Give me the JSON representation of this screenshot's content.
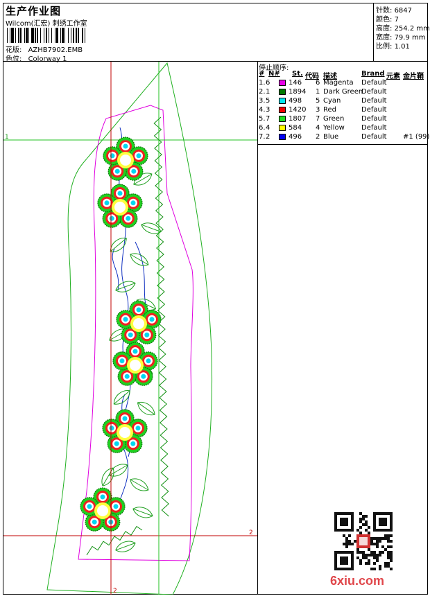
{
  "header": {
    "title": "生产作业图",
    "subtitle": "Wilcom(汇宏) 刺绣工作室",
    "design_label": "花版:",
    "design_file": "AZHB7902.EMB",
    "colorway_label": "色位:",
    "colorway": "Colorway 1"
  },
  "stats": [
    {
      "label": "针数:",
      "value": "6847"
    },
    {
      "label": "颜色:",
      "value": "7"
    },
    {
      "label": "高度:",
      "value": "254.2 mm"
    },
    {
      "label": "宽度:",
      "value": "79.9 mm"
    },
    {
      "label": "比例:",
      "value": "1.01"
    }
  ],
  "stop_sequence": {
    "heading": "停止顺序:",
    "columns": [
      "#",
      "N#",
      "St.",
      "代码",
      "描述",
      "Brand",
      "元素",
      "金片鞘"
    ],
    "rows": [
      {
        "idx": "1.",
        "n": "6",
        "color": "#e800e8",
        "st": "146",
        "code": "6",
        "desc": "Magenta",
        "brand": "Default",
        "extra": ""
      },
      {
        "idx": "2.",
        "n": "1",
        "color": "#007a00",
        "st": "1894",
        "code": "1",
        "desc": "Dark Green",
        "brand": "Default",
        "extra": ""
      },
      {
        "idx": "3.",
        "n": "5",
        "color": "#00e8f0",
        "st": "498",
        "code": "5",
        "desc": "Cyan",
        "brand": "Default",
        "extra": ""
      },
      {
        "idx": "4.",
        "n": "3",
        "color": "#f00000",
        "st": "1420",
        "code": "3",
        "desc": "Red",
        "brand": "Default",
        "extra": ""
      },
      {
        "idx": "5.",
        "n": "7",
        "color": "#20e020",
        "st": "1807",
        "code": "7",
        "desc": "Green",
        "brand": "Default",
        "extra": ""
      },
      {
        "idx": "6.",
        "n": "4",
        "color": "#ffff00",
        "st": "584",
        "code": "4",
        "desc": "Yellow",
        "brand": "Default",
        "extra": ""
      },
      {
        "idx": "7.",
        "n": "2",
        "color": "#0000f0",
        "st": "496",
        "code": "2",
        "desc": "Blue",
        "brand": "Default",
        "extra": "#1 (99)"
      }
    ]
  },
  "guides": {
    "h1_label": "1",
    "h2_label": "2",
    "v2_label": "2"
  },
  "watermark": "6xiu.com"
}
